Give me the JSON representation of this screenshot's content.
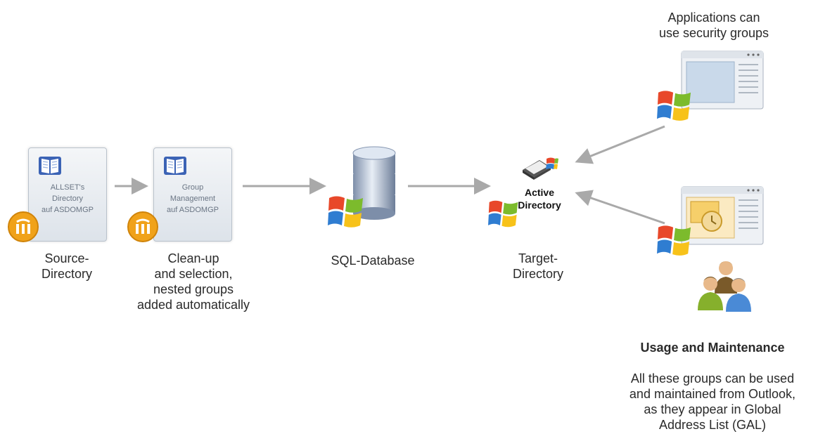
{
  "source": {
    "card_text": "ALLSET's\nDirectory\nauf ASDOMGP",
    "label": "Source-\nDirectory"
  },
  "group_mgmt": {
    "card_text": "Group\nManagement\nauf ASDOMGP",
    "label": "Clean-up\nand selection,\nnested groups\nadded automatically"
  },
  "sql": {
    "label": "SQL-Database"
  },
  "target": {
    "ad_title": "Active\nDirectory",
    "label": "Target-\nDirectory"
  },
  "applications": {
    "label": "Applications can\nuse security groups"
  },
  "usage": {
    "title": "Usage and Maintenance",
    "text": "All these groups can be used\nand maintained from Outlook,\nas they appear in Global\nAddress List (GAL)"
  },
  "colors": {
    "arrow": "#a9a9a9",
    "card_border": "#b9c2cc",
    "lotus": "#f0a21a",
    "win_red": "#e8482a",
    "win_green": "#7cbb2c",
    "win_blue": "#2f7dd1",
    "win_yellow": "#f7c21a"
  }
}
